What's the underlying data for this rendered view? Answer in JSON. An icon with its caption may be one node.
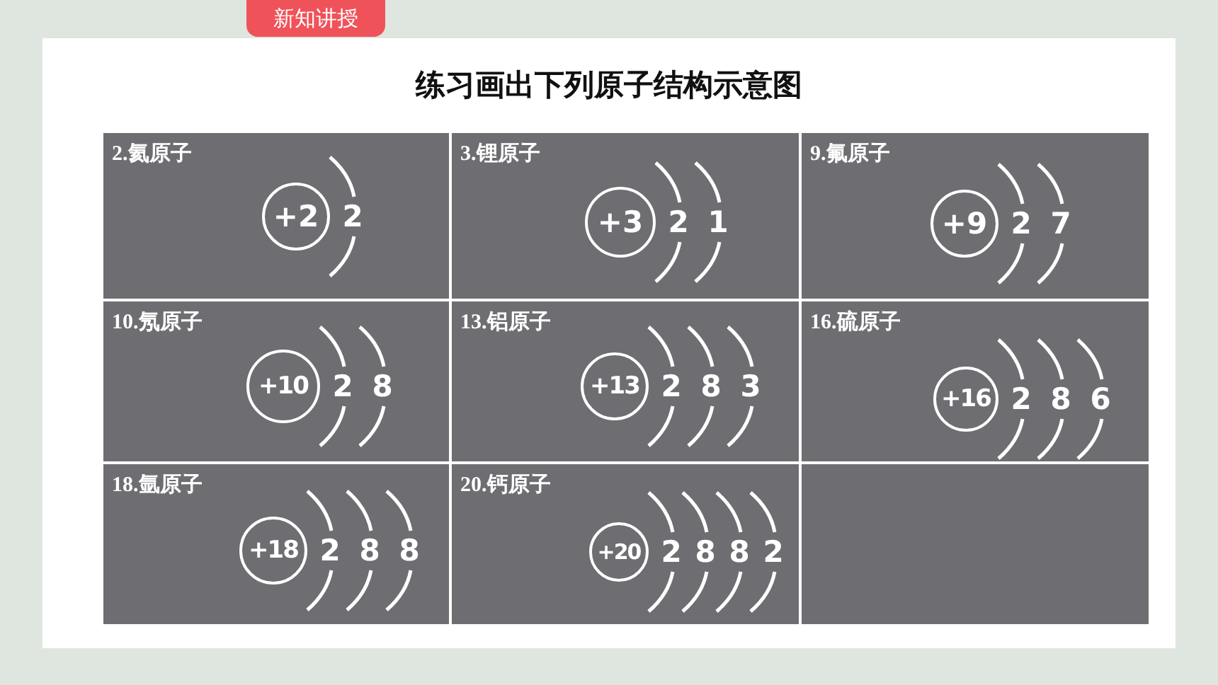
{
  "diagram": {
    "title": "练习画出下列原子结构示意图",
    "nodes": [
      {
        "text": [
          "新知讲授"
        ]
      },
      {
        "text": [
          "2.氦原子"
        ]
      },
      {
        "text": [
          "+2"
        ],
        "in": 1,
        "beside": [
          "2"
        ]
      },
      {
        "text": [
          "3.锂原子"
        ]
      },
      {
        "text": [
          "+3"
        ],
        "in": 3,
        "beside": [
          "2",
          "1"
        ]
      },
      {
        "text": [
          "9.氟原子"
        ]
      },
      {
        "text": [
          "+9"
        ],
        "in": 5,
        "beside": [
          "2",
          "7"
        ]
      },
      {
        "text": [
          "10.氖原子"
        ]
      },
      {
        "text": [
          "+10"
        ],
        "in": 7,
        "beside": [
          "2",
          "8"
        ]
      },
      {
        "text": [
          "13.铝原子"
        ]
      },
      {
        "text": [
          "+13"
        ],
        "in": 9,
        "beside": [
          "2",
          "8",
          "3"
        ]
      },
      {
        "text": [
          "16.硫原子"
        ]
      },
      {
        "text": [
          "+16"
        ],
        "in": 11,
        "beside": [
          "2",
          "8",
          "6"
        ]
      },
      {
        "text": [
          "18.氩原子"
        ]
      },
      {
        "text": [
          "+18"
        ],
        "in": 13,
        "beside": [
          "2",
          "8",
          "8"
        ]
      },
      {
        "text": [
          "20.钙原子"
        ]
      },
      {
        "text": [
          "+20"
        ],
        "in": 15,
        "beside": [
          "2",
          "8",
          "8",
          "2"
        ]
      },
      {
        "text": [],
        "shape": "box"
      }
    ],
    "edges": []
  }
}
